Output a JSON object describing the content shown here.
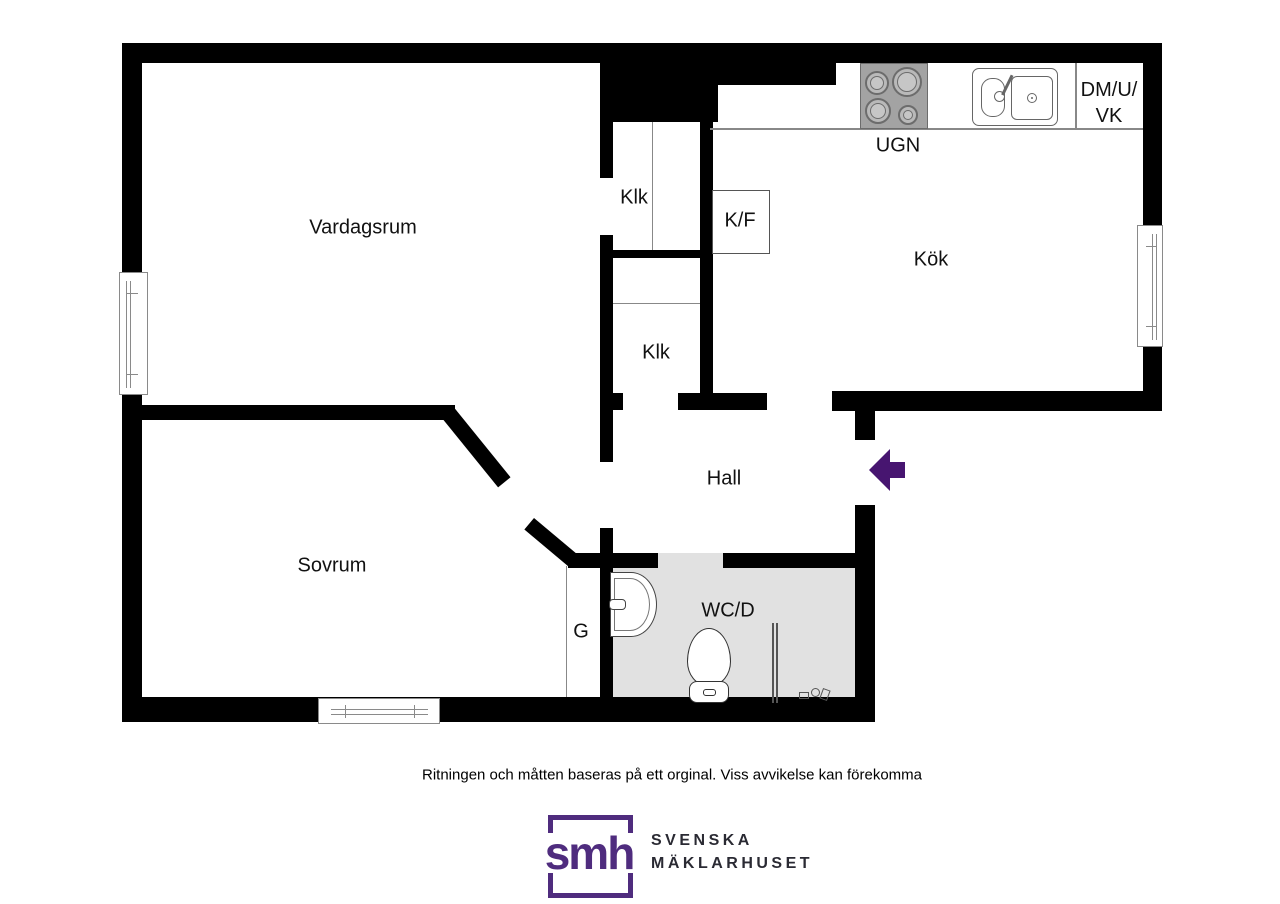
{
  "floorplan": {
    "rooms": {
      "vardagsrum": "Vardagsrum",
      "sovrum": "Sovrum",
      "kok": "Kök",
      "hall": "Hall",
      "wcd": "WC/D",
      "klk_upper": "Klk",
      "klk_lower": "Klk",
      "g": "G"
    },
    "appliances": {
      "kf": "K/F",
      "ugn": "UGN",
      "dm_line1": "DM/U/",
      "dm_line2": "VK"
    },
    "colors": {
      "wall": "#000000",
      "bathroom_floor": "#e1e1e1",
      "thin_line": "#888888",
      "arrow_purple": "#471570",
      "brand_purple": "#4f2c7e",
      "brand_text": "#2a2a33",
      "appliance_gray": "#a3a3a3"
    }
  },
  "footer": {
    "disclaimer": "Ritningen och måtten baseras på ett orginal. Viss avvikelse kan förekomma"
  },
  "logo": {
    "monogram": "smh",
    "brand_line1": "SVENSKA",
    "brand_line2": "MÄKLARHUSET"
  }
}
